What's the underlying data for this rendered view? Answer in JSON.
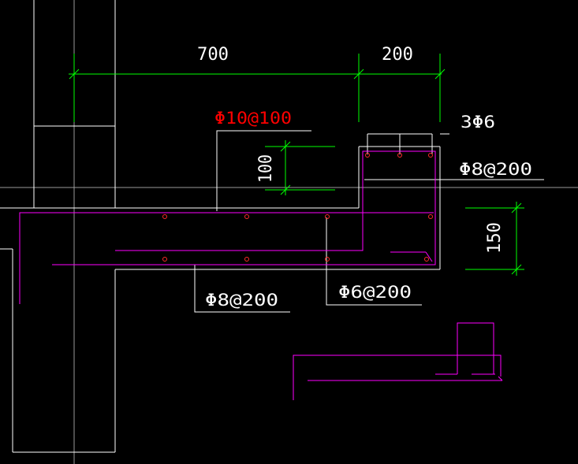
{
  "colors": {
    "background": "#000000",
    "outline": "#ffffff",
    "dimension": "#00ff00",
    "rebar": "#ff00ff",
    "rebar_dot": "#ff0000",
    "highlight_label": "#ff0000",
    "normal_label": "#ffffff"
  },
  "dimensions": {
    "top_left": "700",
    "top_right": "200",
    "left_vertical": "100",
    "right_vertical": "150"
  },
  "labels": {
    "top_stirrup": "Φ10@100",
    "top_bars": "3Φ6",
    "right_stirrup": "Φ8@200",
    "bottom_left": "Φ8@200",
    "bottom_right": "Φ6@200"
  }
}
